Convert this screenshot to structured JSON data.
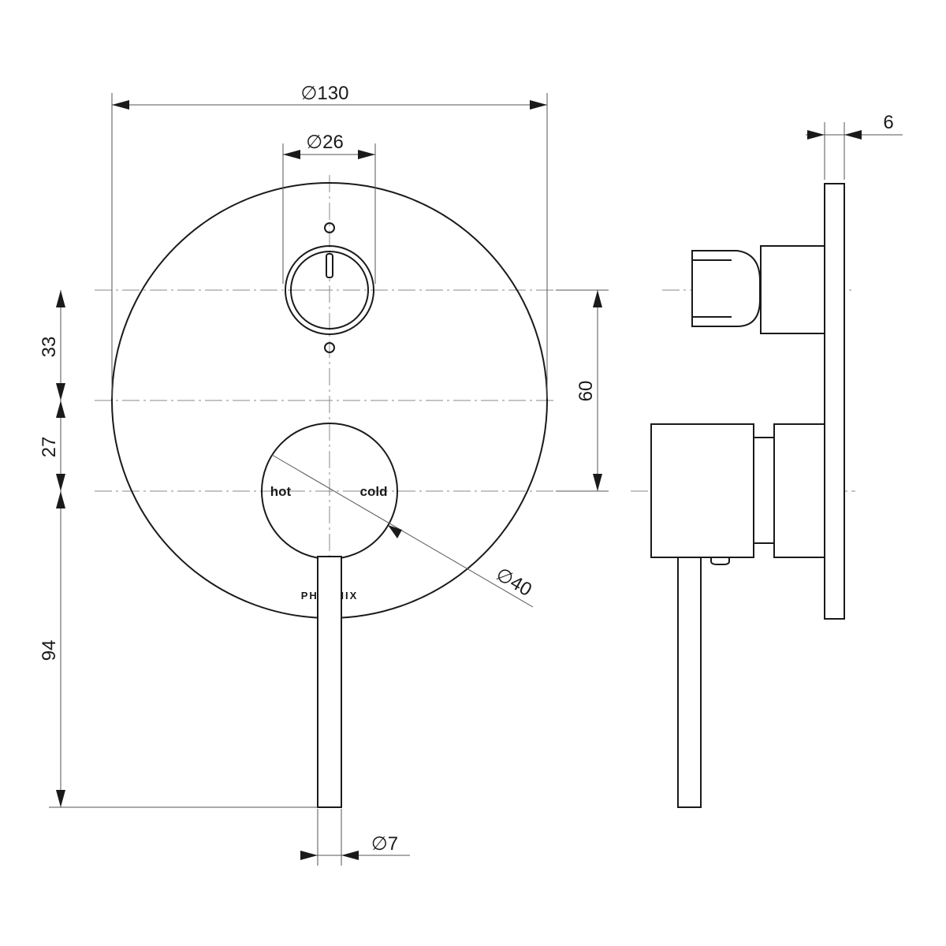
{
  "dimensions": {
    "plate_diameter": "∅130",
    "top_knob_diameter": "∅26",
    "handle_diameter": "∅40",
    "lever_diameter": "∅7",
    "plate_thickness": "6",
    "spacing_top_to_center": "33",
    "spacing_center_to_handle": "27",
    "spacing_top_to_handle": "60",
    "lever_length": "94"
  },
  "labels": {
    "hot": "hot",
    "cold": "cold",
    "brand": "PHOENIX"
  },
  "colors": {
    "line": "#1a1a1a",
    "dimension": "#555555",
    "centerline": "#8a8a8a",
    "background": "#ffffff"
  }
}
